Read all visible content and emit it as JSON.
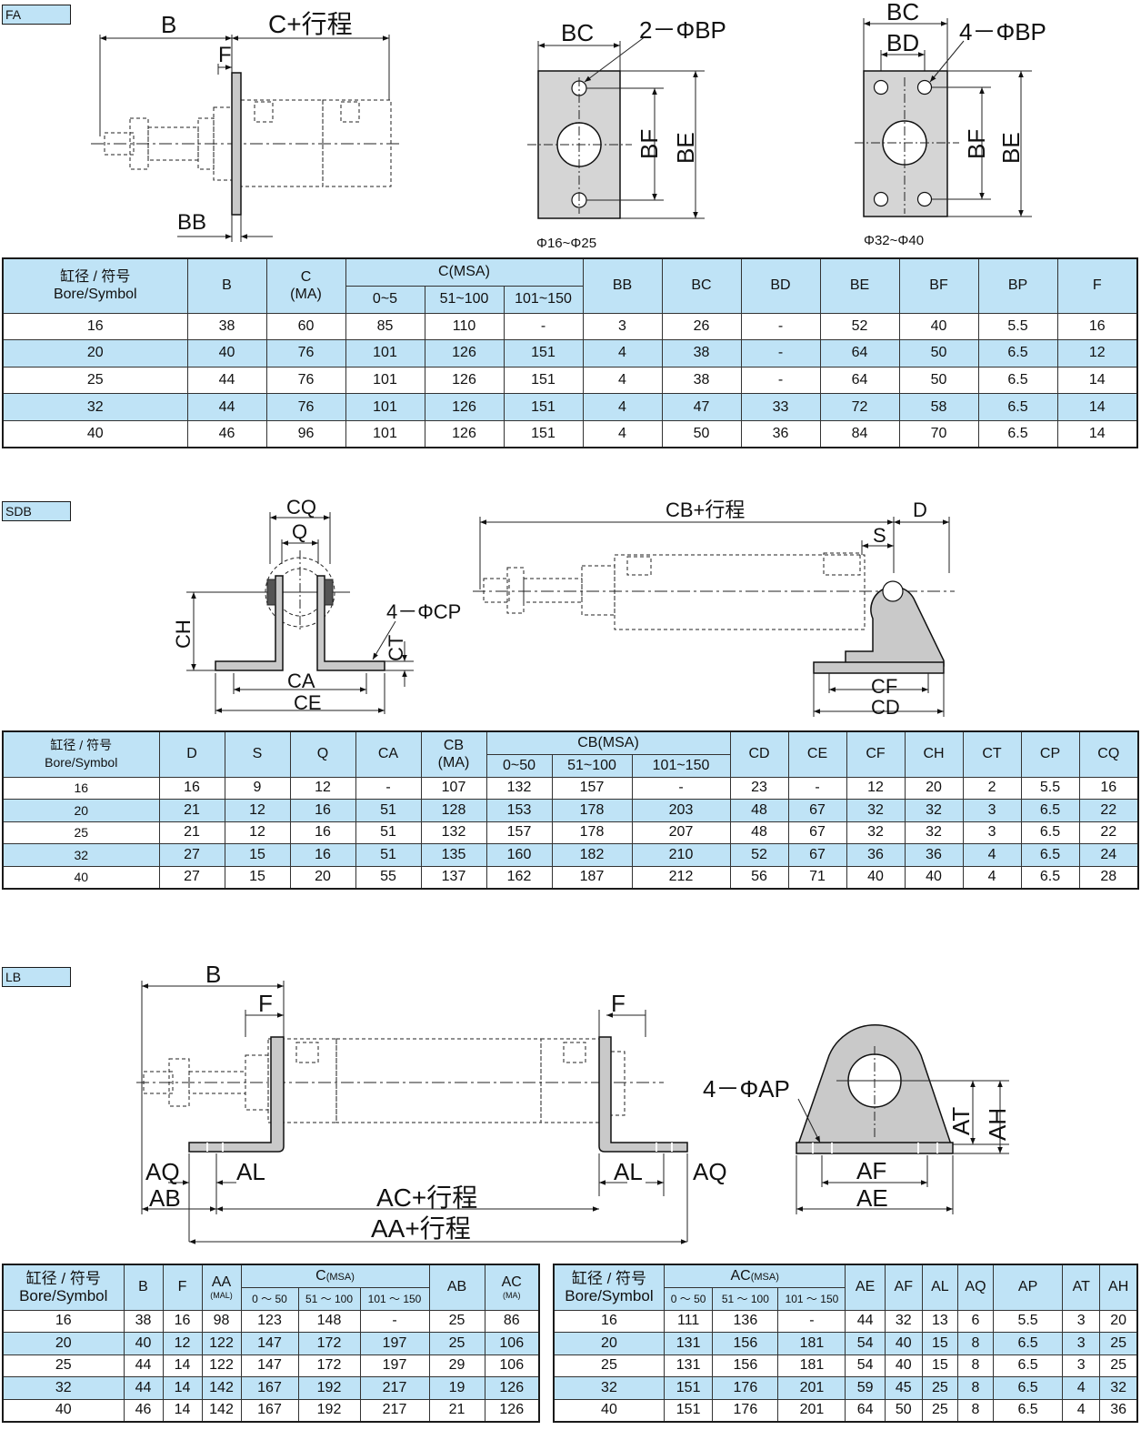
{
  "fa": {
    "tag": "FA",
    "labels": {
      "B": "B",
      "C_stroke": "C+行程",
      "F": "F",
      "BB": "BB",
      "BC1": "BC",
      "BP2": "2－ΦBP",
      "BF1": "BF",
      "BE1": "BE",
      "range1": "Φ16~Φ25",
      "BC2": "BC",
      "BD2": "BD",
      "BP4": "4－ΦBP",
      "BF2": "BF",
      "BE2": "BE",
      "range2": "Φ32~Φ40"
    },
    "table": {
      "bore_cn": "缸径 / 符号",
      "bore_en": "Bore/Symbol",
      "h_B": "B",
      "h_C": "C",
      "h_C_sub": "(MA)",
      "h_CMSA": "C(MSA)",
      "sub": [
        "0~5",
        "51~100",
        "101~150"
      ],
      "cols": [
        "BB",
        "BC",
        "BD",
        "BE",
        "BF",
        "BP",
        "F"
      ],
      "rows": [
        [
          "16",
          "38",
          "60",
          "85",
          "110",
          "-",
          "3",
          "26",
          "-",
          "52",
          "40",
          "5.5",
          "16"
        ],
        [
          "20",
          "40",
          "76",
          "101",
          "126",
          "151",
          "4",
          "38",
          "-",
          "64",
          "50",
          "6.5",
          "12"
        ],
        [
          "25",
          "44",
          "76",
          "101",
          "126",
          "151",
          "4",
          "38",
          "-",
          "64",
          "50",
          "6.5",
          "14"
        ],
        [
          "32",
          "44",
          "76",
          "101",
          "126",
          "151",
          "4",
          "47",
          "33",
          "72",
          "58",
          "6.5",
          "14"
        ],
        [
          "40",
          "46",
          "96",
          "101",
          "126",
          "151",
          "4",
          "50",
          "36",
          "84",
          "70",
          "6.5",
          "14"
        ]
      ]
    }
  },
  "sdb": {
    "tag": "SDB",
    "labels": {
      "CQ": "CQ",
      "Q": "Q",
      "CH": "CH",
      "CP": "4－ΦCP",
      "CT": "CT",
      "CA": "CA",
      "CE": "CE",
      "CB_stroke": "CB+行程",
      "S": "S",
      "D": "D",
      "CF": "CF",
      "CD": "CD"
    },
    "table": {
      "bore_cn": "缸径 / 符号",
      "bore_en": "Bore/Symbol",
      "pre": [
        "D",
        "S",
        "Q",
        "CA"
      ],
      "h_CB": "CB",
      "h_CB_sub": "(MA)",
      "h_CBMSA": "CB(MSA)",
      "sub": [
        "0~50",
        "51~100",
        "101~150"
      ],
      "cols": [
        "CD",
        "CE",
        "CF",
        "CH",
        "CT",
        "CP",
        "CQ"
      ],
      "rows": [
        [
          "16",
          "16",
          "9",
          "12",
          "-",
          "107",
          "132",
          "157",
          "-",
          "23",
          "-",
          "12",
          "20",
          "2",
          "5.5",
          "16"
        ],
        [
          "20",
          "21",
          "12",
          "16",
          "51",
          "128",
          "153",
          "178",
          "203",
          "48",
          "67",
          "32",
          "32",
          "3",
          "6.5",
          "22"
        ],
        [
          "25",
          "21",
          "12",
          "16",
          "51",
          "132",
          "157",
          "178",
          "207",
          "48",
          "67",
          "32",
          "32",
          "3",
          "6.5",
          "22"
        ],
        [
          "32",
          "27",
          "15",
          "16",
          "51",
          "135",
          "160",
          "182",
          "210",
          "52",
          "67",
          "36",
          "36",
          "4",
          "6.5",
          "24"
        ],
        [
          "40",
          "27",
          "15",
          "20",
          "55",
          "137",
          "162",
          "187",
          "212",
          "56",
          "71",
          "40",
          "40",
          "4",
          "6.5",
          "28"
        ]
      ]
    }
  },
  "lb": {
    "tag": "LB",
    "labels": {
      "B": "B",
      "F1": "F",
      "F2": "F",
      "AQ1": "AQ",
      "AB": "AB",
      "AL1": "AL",
      "AL2": "AL",
      "AQ2": "AQ",
      "AC_stroke": "AC+行程",
      "AA_stroke": "AA+行程",
      "AP": "4－ΦAP",
      "AT": "AT",
      "AH": "AH",
      "AF": "AF",
      "AE": "AE"
    },
    "table_left": {
      "bore_cn": "缸径 / 符号",
      "bore_en": "Bore/Symbol",
      "h_B": "B",
      "h_F": "F",
      "h_AA": "AA",
      "h_AA_sub": "(MAL)",
      "h_C": "C",
      "h_C_sub": "(MSA)",
      "sub": [
        "0 ～ 50",
        "51 ～ 100",
        "101 ～ 150"
      ],
      "h_AB": "AB",
      "h_AC": "AC",
      "h_AC_sub": "(MA)",
      "rows": [
        [
          "16",
          "38",
          "16",
          "98",
          "123",
          "148",
          "-",
          "25",
          "86"
        ],
        [
          "20",
          "40",
          "12",
          "122",
          "147",
          "172",
          "197",
          "25",
          "106"
        ],
        [
          "25",
          "44",
          "14",
          "122",
          "147",
          "172",
          "197",
          "29",
          "106"
        ],
        [
          "32",
          "44",
          "14",
          "142",
          "167",
          "192",
          "217",
          "19",
          "126"
        ],
        [
          "40",
          "46",
          "14",
          "142",
          "167",
          "192",
          "217",
          "21",
          "126"
        ]
      ]
    },
    "table_right": {
      "bore_cn": "缸径 / 符号",
      "bore_en": "Bore/Symbol",
      "h_AC": "AC",
      "h_AC_sub": "(MSA)",
      "sub": [
        "0 ～ 50",
        "51 ～ 100",
        "101 ～ 150"
      ],
      "cols": [
        "AE",
        "AF",
        "AL",
        "AQ",
        "AP",
        "AT",
        "AH"
      ],
      "rows": [
        [
          "16",
          "111",
          "136",
          "-",
          "44",
          "32",
          "13",
          "6",
          "5.5",
          "3",
          "20"
        ],
        [
          "20",
          "131",
          "156",
          "181",
          "54",
          "40",
          "15",
          "8",
          "6.5",
          "3",
          "25"
        ],
        [
          "25",
          "131",
          "156",
          "181",
          "54",
          "40",
          "15",
          "8",
          "6.5",
          "3",
          "25"
        ],
        [
          "32",
          "151",
          "176",
          "201",
          "59",
          "45",
          "25",
          "8",
          "6.5",
          "4",
          "32"
        ],
        [
          "40",
          "151",
          "176",
          "201",
          "64",
          "50",
          "25",
          "8",
          "6.5",
          "4",
          "36"
        ]
      ]
    }
  }
}
